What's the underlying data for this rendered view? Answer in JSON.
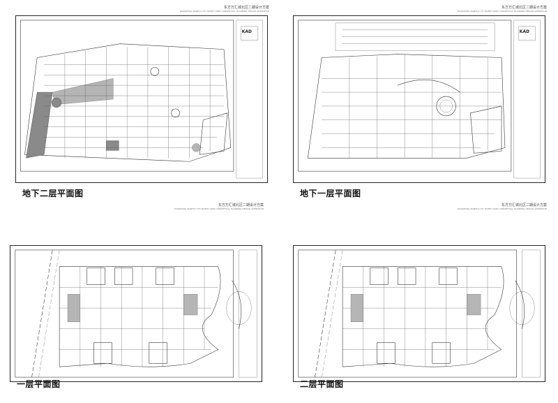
{
  "project": {
    "title_cn": "东方万汇城北区二期设计方案",
    "title_en": "DONGFANG WANHUI CITY NORTH AREA CONCEPTUAL PLANNING DESIGN ALTERATION"
  },
  "panels": [
    {
      "id": "b2",
      "caption": "地下二层平面图"
    },
    {
      "id": "b1",
      "caption": "地下一层平面图"
    },
    {
      "id": "f1",
      "caption": "一层平面图"
    },
    {
      "id": "f2",
      "caption": "二层平面图"
    }
  ],
  "colors": {
    "background": "#ffffff",
    "linework": "#333333",
    "gray_fill": "#8a8a8a"
  }
}
